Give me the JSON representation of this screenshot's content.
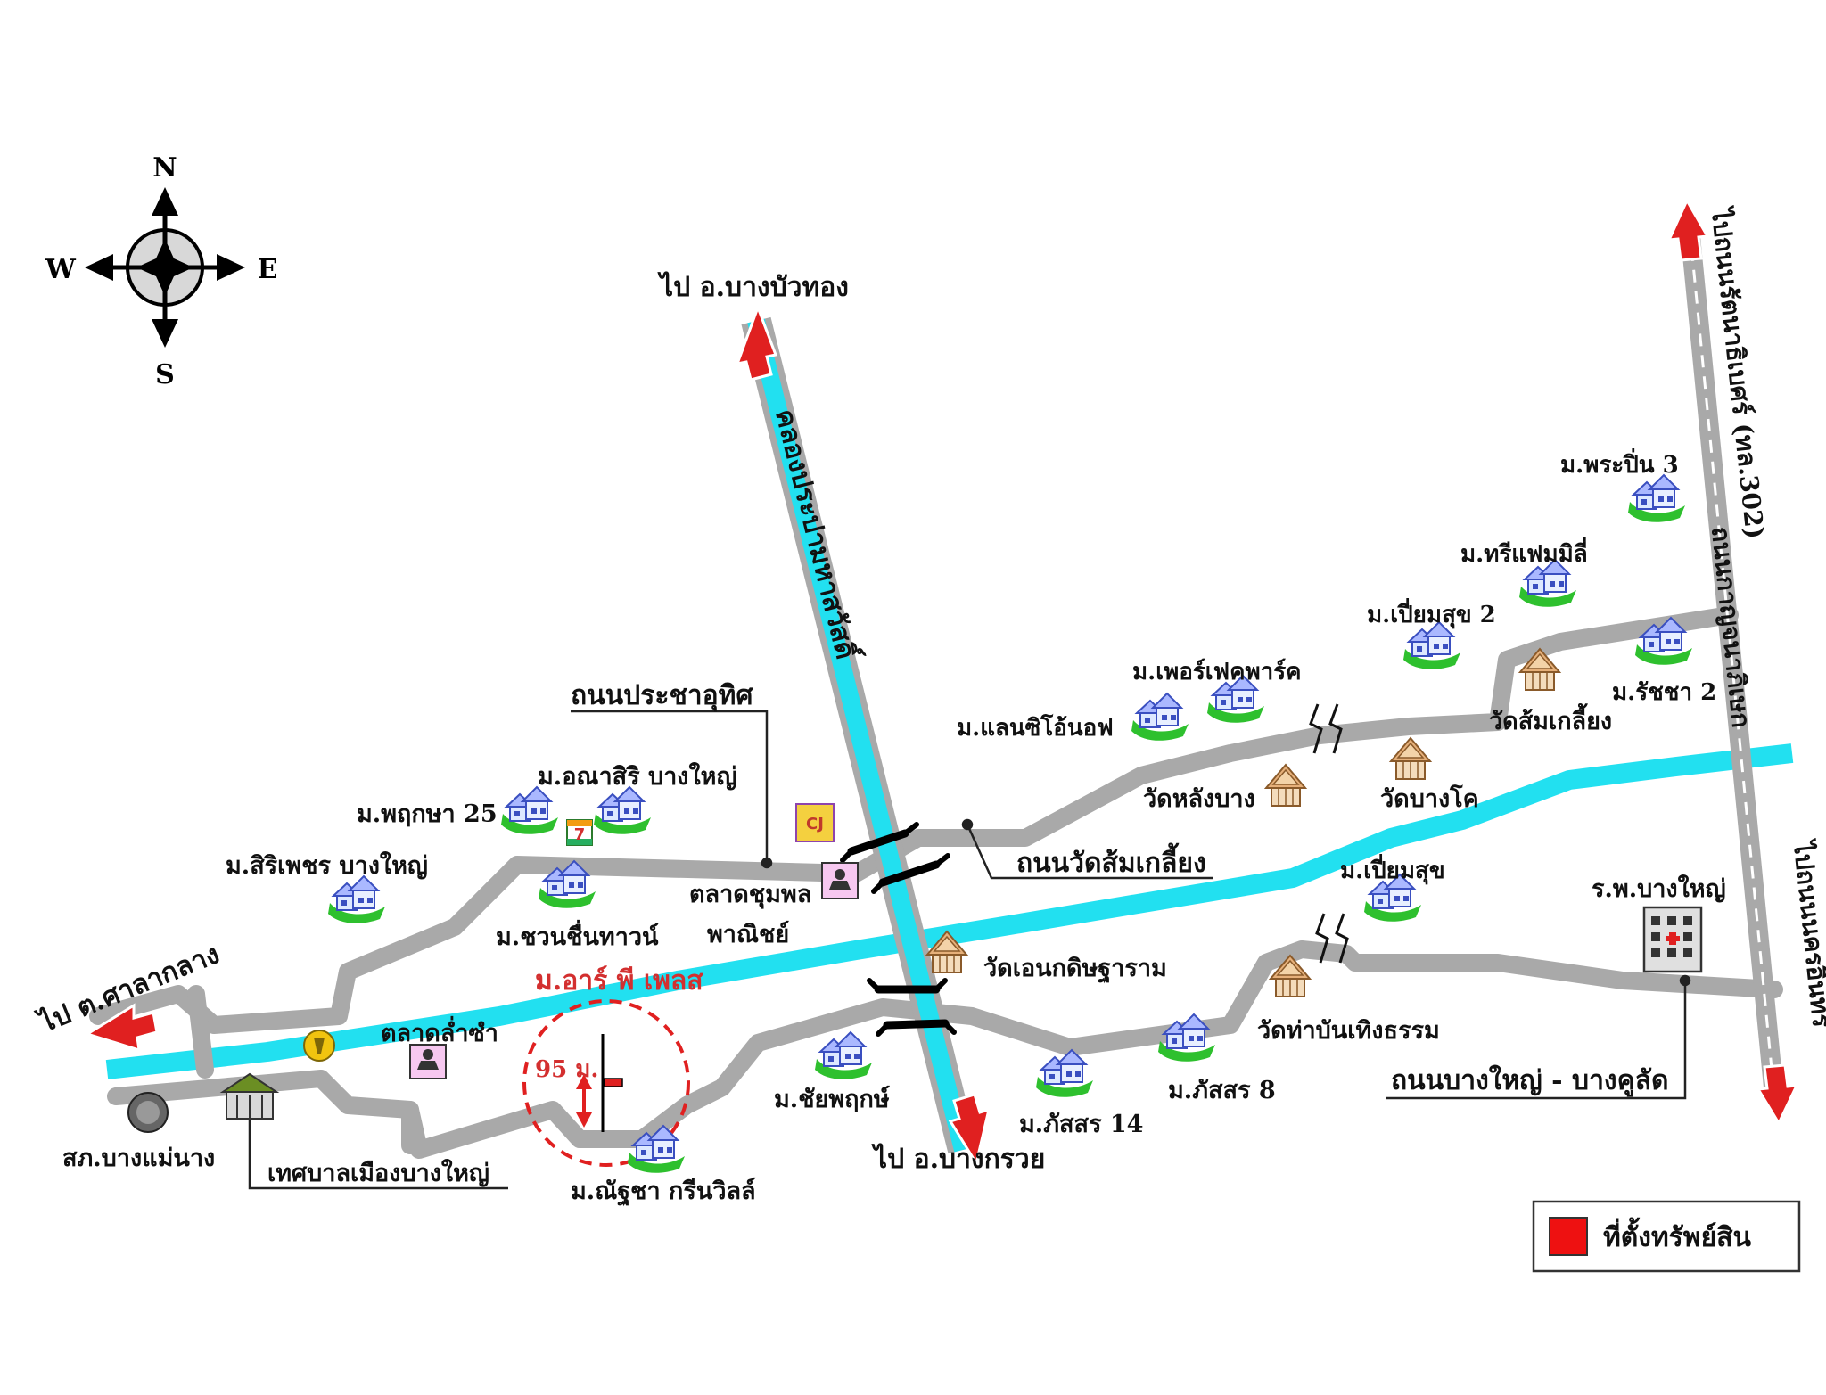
{
  "compass": {
    "n": "N",
    "s": "S",
    "e": "E",
    "w": "W"
  },
  "directions": {
    "to_bang_bua_thong": "ไป อ.บางบัวทอง",
    "to_bang_kruai": "ไป อ.บางกรวย",
    "to_sala_klang": "ไป ต.ศาลากลาง",
    "to_ratanathibet": "ไปถนนรัตนาธิเบศร์ (ทล.302)",
    "to_nakhon_in": "ไปถนนนครอินทร์"
  },
  "roads": {
    "prachautit": "ถนนประชาอุทิศ",
    "wat_som_kliang": "ถนนวัดส้มเกลี้ยง",
    "bang_yai_bang_khu_that": "ถนนบางใหญ่ - บางคูลัด",
    "kanchanaphisek": "ถนนกาญจนาภิเษก"
  },
  "canal": {
    "name": "คลองประปามหาสวัสดิ์"
  },
  "subject": {
    "name": "ม.อาร์ พี เพลส",
    "distance": "95 ม."
  },
  "villages": {
    "phrueksa_25": "ม.พฤกษา 25",
    "anasiri": "ม.อณาสิริ บางใหญ่",
    "siriphet": "ม.สิริเพชร บางใหญ่",
    "chuanchuen": "ม.ชวนชื่นทาวน์",
    "chaiyaphruek": "ม.ชัยพฤกษ์",
    "natcha": "ม.ณัฐชา กรีนวิลล์",
    "phatsorn_14": "ม.ภัสสร 14",
    "phatsorn_8": "ม.ภัสสร 8",
    "perfect_park": "ม.เพอร์เฟคพาร์ค",
    "lanse": "ม.แลนซิโอ้นอฟ",
    "piamsuk_2": "ม.เปี่ยมสุข 2",
    "tree_family": "ม.ทรีแฟมมิลี่",
    "praphin_3": "ม.พระปิ่น 3",
    "ratcha_2": "ม.รัชชา 2",
    "piamsuk": "ม.เปี่ยมสุข"
  },
  "temples": {
    "lang_bang": "วัดหลังบาง",
    "bang_kho": "วัดบางโค",
    "som_kliang": "วัดส้มเกลี้ยง",
    "ane_kadit": "วัดเอนกดิษฐาราม",
    "tha_ban": "วัดท่าบันเทิงธรรม"
  },
  "places": {
    "chumphon_market": "ตลาดชุมพล",
    "commercial": "พาณิชย์",
    "lam_sam_market": "ตลาดล่ำซำ",
    "police": "สภ.บางแม่นาง",
    "municipality": "เทศบาลเมืองบางใหญ่",
    "hospital": "ร.พ.บางใหญ่",
    "seven_eleven": "7",
    "cj": "CJ"
  },
  "legend": {
    "label": "ที่ตั้งทรัพย์สิน",
    "color": "#ee1111"
  },
  "colors": {
    "road": "#a9a9a9",
    "canal": "#22e0f0",
    "arrow": "#e02020",
    "subject_ring": "#e02020"
  }
}
